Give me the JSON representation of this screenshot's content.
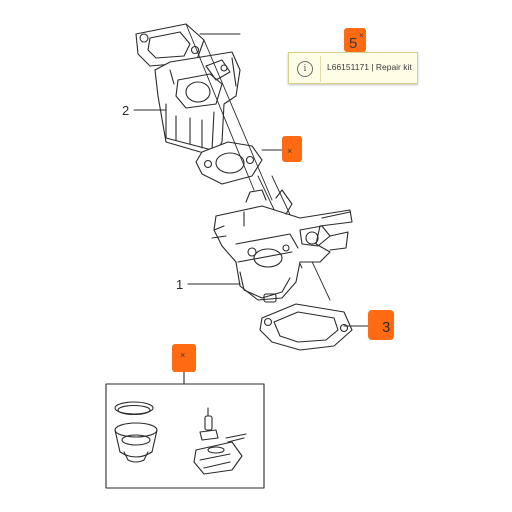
{
  "callouts": {
    "part1": "1",
    "part2": "2",
    "part3": "3",
    "part5": "5",
    "marker": "×"
  },
  "tooltip": {
    "text": "L66151171 | Repair kit",
    "icon": "info-icon"
  },
  "colors": {
    "highlight": "#ff6a13",
    "line": "#2b2b2b",
    "tooltip_bg": "#fffde6"
  }
}
